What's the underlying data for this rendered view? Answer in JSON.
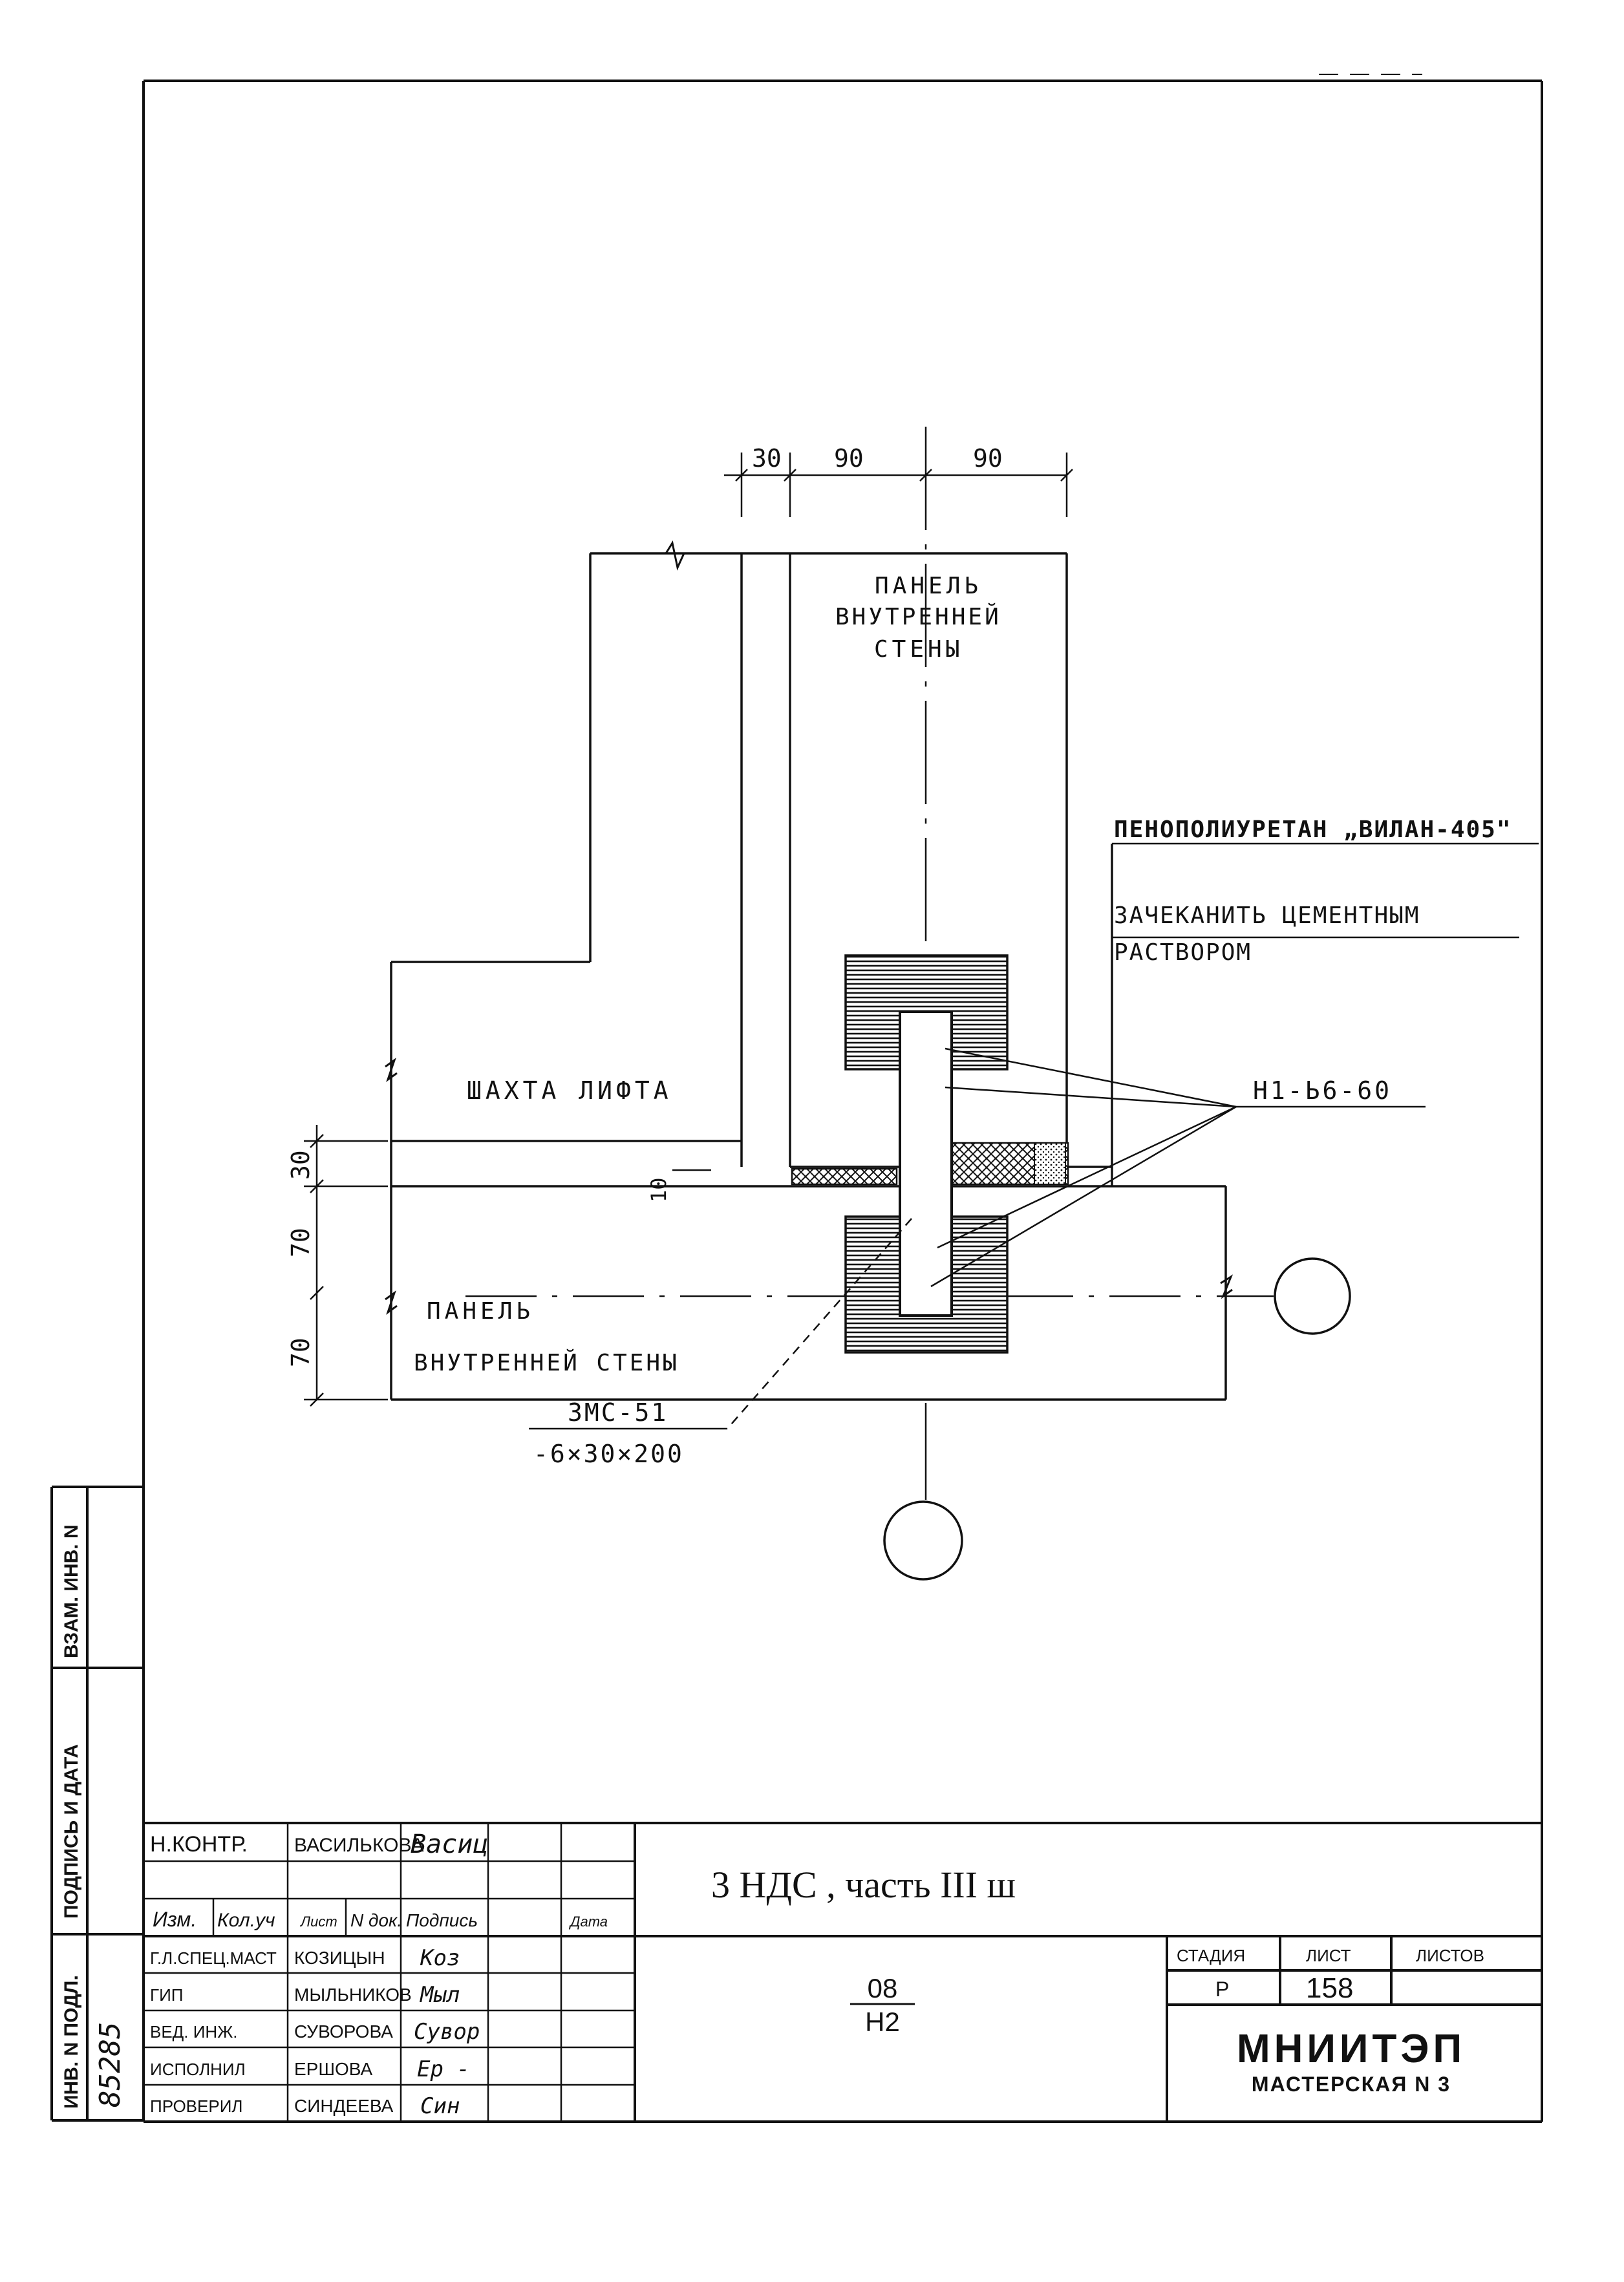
{
  "drawing": {
    "dims_top": [
      "30",
      "90",
      "90"
    ],
    "dims_left": [
      "30",
      "70",
      "70"
    ],
    "dim_small": "10",
    "label_panel_top": [
      "ПАНЕЛЬ",
      "ВНУТРЕННЕЙ",
      "СТЕНЫ"
    ],
    "label_panel_bottom": [
      "ПАНЕЛЬ",
      "ВНУТРЕННЕЙ  СТЕНЫ"
    ],
    "label_shaft": "ШАХТА  ЛИФТА",
    "label_foam": "ПЕНОПОЛИУРЕТАН „ВИЛАН-405\"",
    "label_caulk": [
      "ЗАЧЕКАНИТЬ ЦЕМЕНТНЫМ",
      "РАСТВОРОМ"
    ],
    "label_anchor": "Н1-Ь6-60",
    "label_plate": [
      "ЗМС-51",
      "-6×30×200"
    ]
  },
  "side_stamp": {
    "inv_vzam": "ВЗАМ. ИНВ. N",
    "sign_date": "ПОДПИСЬ И ДАТА",
    "inv_podl": "ИНВ. N ПОДЛ.",
    "inv_number": "85285"
  },
  "title_block": {
    "nkontr_role": "Н.КОНТР.",
    "nkontr_name": "ВАСИЛЬКОВА",
    "nkontr_sign": "Васиц",
    "hdr_izm": "Изм.",
    "hdr_koluch": "Кол.уч",
    "hdr_list": "Лист",
    "hdr_ndok": "N док.",
    "hdr_podpis": "Подпись",
    "hdr_data": "Дата",
    "rows": [
      {
        "role": "Г.Л.СПЕЦ.МАСТ",
        "name": "КОЗИЦЫН",
        "sign": "Коз"
      },
      {
        "role": "ГИП",
        "name": "МЫЛЬНИКОВ",
        "sign": "Мыл"
      },
      {
        "role": "ВЕД. ИНЖ.",
        "name": "СУВОРОВА",
        "sign": "Сувор"
      },
      {
        "role": "ИСПОЛНИЛ",
        "name": "ЕРШОВА",
        "sign": "Ер -"
      },
      {
        "role": "ПРОВЕРИЛ",
        "name": "СИНДЕЕВА",
        "sign": "Син"
      }
    ],
    "project": "3 НДС , часть III ш",
    "code_top": "08",
    "code_bottom": "Н2",
    "stage_label": "СТАДИЯ",
    "sheet_label": "ЛИСТ",
    "sheets_label": "ЛИСТОВ",
    "stage_value": "Р",
    "sheet_value": "158",
    "org_name": "МНИИТЭП",
    "org_dept": "МАСТЕРСКАЯ N 3"
  }
}
